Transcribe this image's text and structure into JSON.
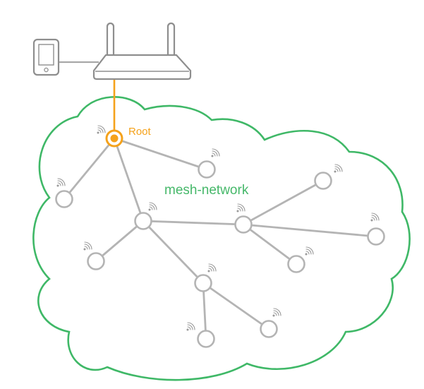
{
  "labels": {
    "root": "Root",
    "network": "mesh-network"
  },
  "icons": [
    "tablet-icon",
    "router-icon",
    "wifi-icon"
  ],
  "colors": {
    "root": "#f5a21b",
    "cloud": "#3fb867",
    "node": "#b4b4b4",
    "device": "#8e8e8e"
  },
  "topology": {
    "nodes": [
      "root",
      "n1",
      "n2",
      "n3",
      "n4",
      "n5",
      "n6",
      "n7",
      "n8",
      "n9",
      "n10",
      "n11"
    ],
    "edges": [
      [
        "root",
        "n1"
      ],
      [
        "root",
        "n2"
      ],
      [
        "root",
        "n3"
      ],
      [
        "n3",
        "n4"
      ],
      [
        "n3",
        "n5"
      ],
      [
        "n3",
        "n6"
      ],
      [
        "n5",
        "n7"
      ],
      [
        "n5",
        "n8"
      ],
      [
        "n5",
        "n9"
      ],
      [
        "n6",
        "n10"
      ],
      [
        "n6",
        "n11"
      ]
    ]
  }
}
